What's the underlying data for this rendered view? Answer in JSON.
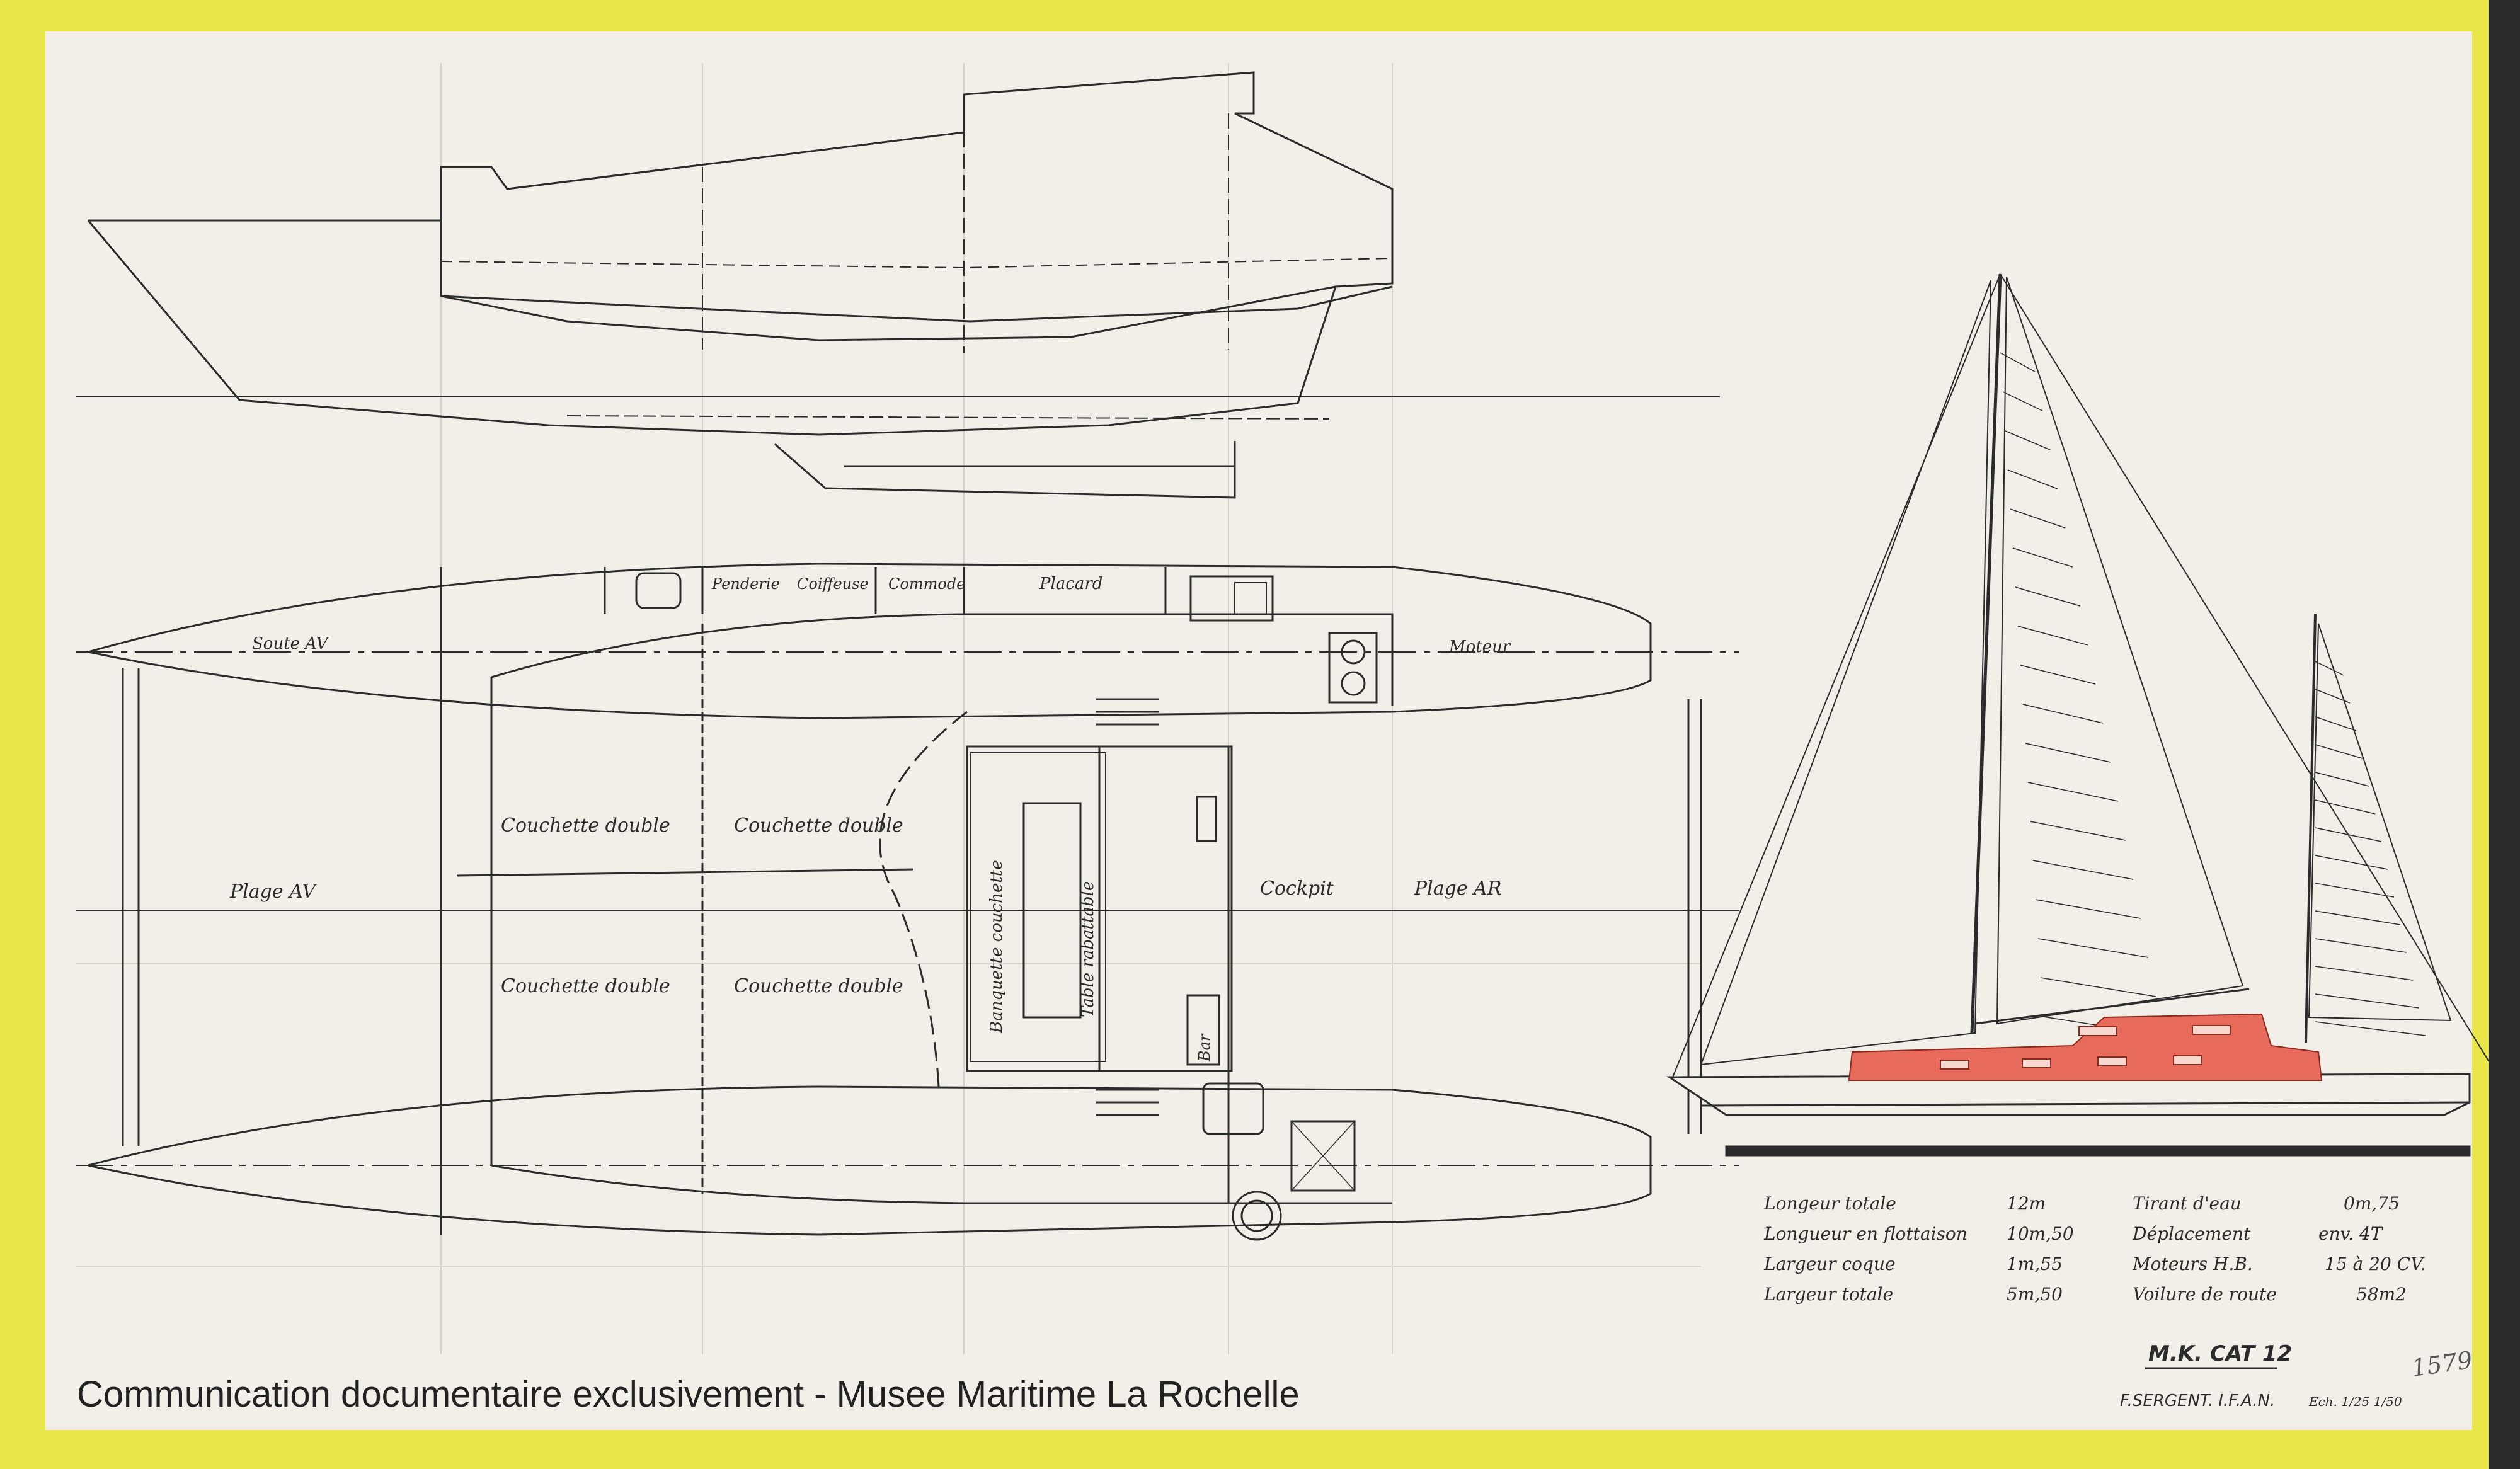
{
  "profile": {
    "labels": {
      "soute_av": "Soute AV",
      "moteur": "Moteur",
      "penderie": "Penderie",
      "coiffeuse": "Coiffeuse",
      "commode": "Commode",
      "placard": "Placard",
      "plage_av": "Plage AV",
      "plage_ar": "Plage AR",
      "couchette_1": "Couchette double",
      "couchette_2": "Couchette double",
      "couchette_3": "Couchette double",
      "couchette_4": "Couchette double",
      "banquette": "Banquette couchette",
      "table": "Table rabattable",
      "bar": "Bar",
      "cockpit": "Cockpit"
    }
  },
  "specs": {
    "rows_left": [
      {
        "label": "Longeur totale",
        "value": "12m"
      },
      {
        "label": "Longueur en flottaison",
        "value": "10m,50"
      },
      {
        "label": "Largeur coque",
        "value": "1m,55"
      },
      {
        "label": "Largeur totale",
        "value": "5m,50"
      }
    ],
    "rows_right": [
      {
        "label": "Tirant d'eau",
        "value": "0m,75"
      },
      {
        "label": "Déplacement",
        "value": "env. 4T"
      },
      {
        "label": "Moteurs H.B.",
        "value": "15 à 20 CV."
      },
      {
        "label": "Voilure de route",
        "value": "58m2"
      }
    ]
  },
  "title_block": {
    "model": "M.K. CAT 12",
    "designer": "F.SERGENT. I.F.A.N.",
    "scale": "Ech. 1/25 1/50",
    "sheet_number": "1579"
  },
  "caption": "Communication documentaire exclusivement - Musee Maritime La Rochelle",
  "colors": {
    "frame": "#e9e64a",
    "paper": "#f1efe8",
    "ink": "#2b2b2b",
    "deckhouse": "#e86a5a"
  }
}
